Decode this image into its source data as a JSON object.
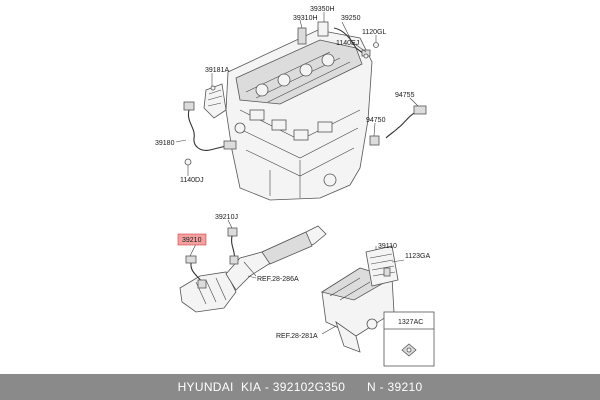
{
  "diagram": {
    "labels": {
      "p39350H": "39350H",
      "p39310H": "39310H",
      "p39250": "39250",
      "p1140EJ": "1140EJ",
      "p1120GL": "1120GL",
      "p39181A": "39181A",
      "p94755": "94755",
      "p94750": "94750",
      "p39180": "39180",
      "p1140DJ": "1140DJ",
      "p39210J": "39210J",
      "p39210": "39210",
      "ref286A": "REF.28-286A",
      "p39110": "39110",
      "p1123GA": "1123GA",
      "p1327AC": "1327AC",
      "ref281A": "REF.28-281A"
    },
    "highlight_color": "#f2a0a0"
  },
  "footer": {
    "brand": "HYUNDAI  KIA",
    "part_number": "392102G350",
    "n_label": "N",
    "n_value": "39210"
  }
}
